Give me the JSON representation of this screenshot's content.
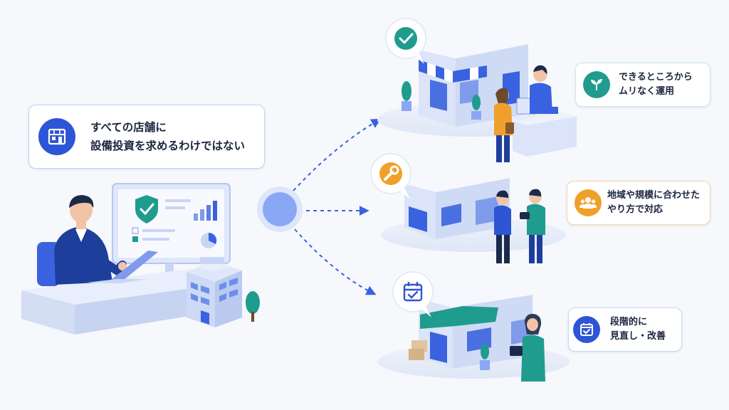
{
  "main_message": {
    "line1": "すべての店舗に",
    "line2": "設備投資を求めるわけではない",
    "icon": "store-icon"
  },
  "branches": [
    {
      "id": "top",
      "badge_icon": "check-icon",
      "card_icon": "sprout-icon",
      "line1": "できるところから",
      "line2": "ムリなく運用",
      "accent": "#1f9c8e"
    },
    {
      "id": "middle",
      "badge_icon": "wrench-icon",
      "card_icon": "people-icon",
      "line1": "地域や規模に合わせた",
      "line2": "やり方で対応",
      "accent": "#f0a02a"
    },
    {
      "id": "bottom",
      "badge_icon": "calendar-check-icon",
      "card_icon": "calendar-check-icon",
      "line1": "段階的に",
      "line2": "見直し・改善",
      "accent": "#2d55d6"
    }
  ],
  "colors": {
    "primary": "#2d55d6",
    "hub": "#8aa7f4",
    "arrow": "#3a62e0",
    "teal": "#1f9c8e",
    "orange": "#f0a02a"
  }
}
